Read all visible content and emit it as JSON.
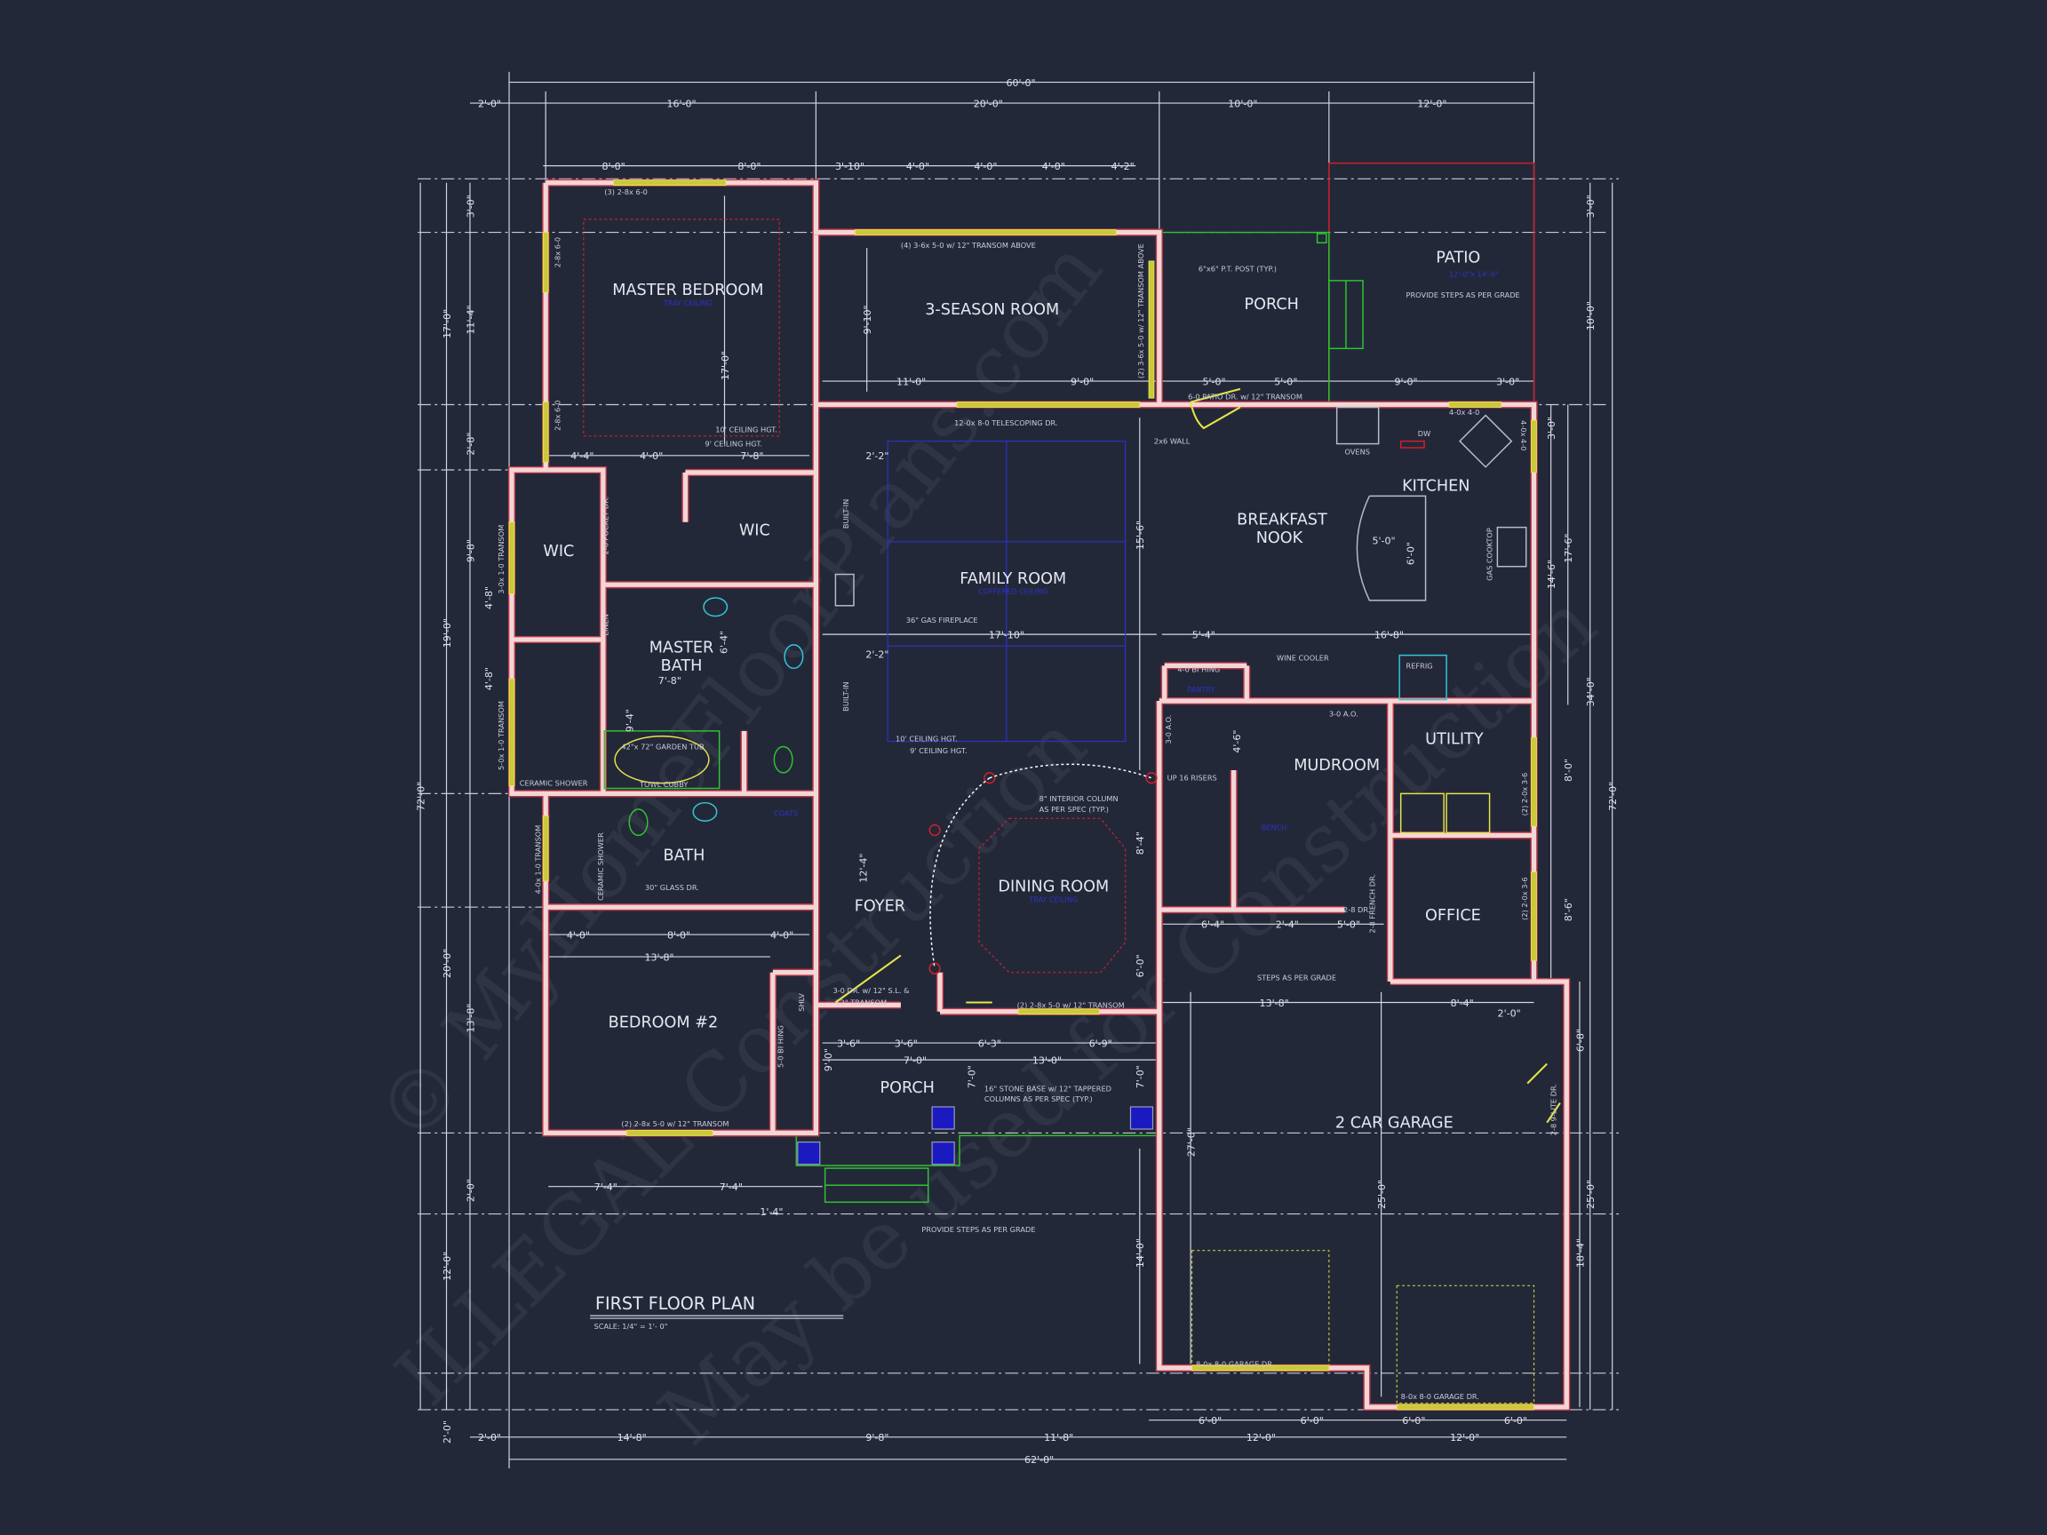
{
  "drawing": {
    "title": "FIRST FLOOR PLAN",
    "scale": "SCALE:  1/4\" = 1'- 0\"",
    "colors": {
      "background": "#232839",
      "wall": "#f3d6d6",
      "wall_edge": "#c0394a",
      "window": "#e8e85a",
      "porch": "#2fc42f",
      "patio": "#d0202a",
      "fixture": "#30c8d8"
    }
  },
  "watermark": [
    "© MyHomeFloorPlans.com",
    "ILLEGAL Construction",
    "May be used for Construction"
  ],
  "rooms": {
    "master_bedroom": "MASTER BEDROOM",
    "three_season": "3-SEASON ROOM",
    "porch_rear": "PORCH",
    "patio": "PATIO",
    "patio_size": "12'-0\"x 14'-0\"",
    "kitchen": "KITCHEN",
    "breakfast_1": "BREAKFAST",
    "breakfast_2": "NOOK",
    "wic_left": "WIC",
    "wic_right": "WIC",
    "family_room": "FAMILY ROOM",
    "master_bath_1": "MASTER",
    "master_bath_2": "BATH",
    "mudroom": "MUDROOM",
    "utility": "UTILITY",
    "bath": "BATH",
    "dining_room": "DINING ROOM",
    "foyer": "FOYER",
    "office": "OFFICE",
    "bedroom2": "BEDROOM #2",
    "porch_front": "PORCH",
    "garage": "2 CAR GARAGE",
    "linen": "LINEN",
    "pantry": "PANTRY",
    "coats": "COATS",
    "bench": "BENCH",
    "tray_ceiling": "TRAY CEILING",
    "coffered": "COFFERED CEILING"
  },
  "notes": {
    "mb_windows": "(3) 2-8x 6-0",
    "mb_side_win1": "2-8x 6-0",
    "mb_side_win2": "2-8x 6-0",
    "mb_ceiling10": "10' CEILING HGT.",
    "mb_ceiling9": "9' CEILING HGT.",
    "season_windows": "(4) 3-6x 5-0 w/ 12\" TRANSOM ABOVE",
    "season_side": "(2) 3-6x 5-0 w/ 12\" TRANSOM ABOVE",
    "telescoping": "12-0x 8-0 TELESCOPING DR.",
    "wall_2x6": "2x6 WALL",
    "post": "6\"x6\" P.T. POST (TYP.)",
    "steps_patio": "PROVIDE STEPS AS PER GRADE",
    "patio_door": "6-0 PATIO DR. w/ 12\" TRANSOM",
    "ovens": "OVENS",
    "dw": "DW",
    "kitchen_win": "4-0x 4-0",
    "kitchen_side_win": "4-0x 4-0",
    "cooktop": "GAS COOKTOP",
    "fireplace": "36\" GAS FIREPLACE",
    "fr_ceiling10": "10' CEILING HGT.",
    "fr_ceiling9": "9' CEILING HGT.",
    "builtin1": "BUILT-IN",
    "builtin2": "BUILT-IN",
    "pocket": "2-6 POCKET DR.",
    "garden_tub": "42\"x 72\" GARDEN TUB",
    "towel": "TOWL CUBBY",
    "ceramic_shower": "CERAMIC SHOWER",
    "ceramic_shower2": "CERAMIC SHOWER",
    "glass_dr": "30\" GLASS DR.",
    "transom1": "3-0x 1-0 TRANSOM",
    "transom2": "5-0x 1-0 TRANSOM",
    "transom3": "4-0x 1-0 TRANSOM",
    "column": "8\" INTERIOR COLUMN",
    "column2": "AS PER SPEC (TYP.)",
    "wine": "WINE COOLER",
    "refrig": "REFRIG",
    "bifold": "4-0 BI HING",
    "ao1": "3-0 A.O.",
    "ao2": "3-0 A.O.",
    "risers": "UP 16 RISERS",
    "dr28": "2-8 DR.",
    "french": "2-8 FRENCH DR.",
    "util_win": "(2) 2-0x 3-6",
    "office_win": "(2) 2-0x 3-6",
    "steps_mud": "STEPS AS PER GRADE",
    "front_door1": "3-0 DR. w/ 12\" S.L. &",
    "front_door2": "12\" TRANSOM",
    "dining_win": "(2) 2-8x 5-0 w/ 12\" TRANSOM",
    "bed2_win": "(2) 2-8x 5-0 w/ 12\" TRANSOM",
    "bed2_closet": "5-0 BI HING",
    "shlv": "SHLV",
    "stone1": "16\" STONE BASE w/ 12\" TAPPERED",
    "stone2": "COLUMNS AS PER SPEC (TYP.)",
    "steps_front": "PROVIDE STEPS AS PER GRADE",
    "garage_dr1": "8-0x 8-0 GARAGE DR.",
    "garage_dr2": "8-0x 8-0 GARAGE DR.",
    "garage_side": "2-8 9-LITE DR."
  },
  "dimensions": {
    "top": [
      "60'-0\"",
      "2'-0\"",
      "16'-0\"",
      "20'-0\"",
      "10'-0\"",
      "12'-0\"",
      "8'-0\"",
      "8'-0\"",
      "3'-10\"",
      "4'-0\"",
      "4'-0\"",
      "4'-0\"",
      "4'-2\""
    ],
    "bottom": [
      "62'-0\"",
      "2'-0\"",
      "14'-8\"",
      "9'-8\"",
      "11'-8\"",
      "6'-0\"",
      "12'-0\"",
      "6'-0\"",
      "6'-0\"",
      "12'-0\"",
      "6'-0\""
    ],
    "left": [
      "72'-0\"",
      "17'-0\"",
      "19'-0\"",
      "20'-0\"",
      "3'-0\"",
      "11'-4\"",
      "2'-8\"",
      "9'-8\"",
      "4'-8\"",
      "4'-8\"",
      "13'-8\"",
      "12'-0\"",
      "2'-0\"",
      "2'-0\""
    ],
    "right": [
      "72'-0\"",
      "34'-0\"",
      "10'-0\"",
      "3'-0\"",
      "25'-0\"",
      "17'-6\"",
      "14'-6\"",
      "3'-0\"",
      "18'-4\"",
      "6'-8\"",
      "8'-0\"",
      "8'-6\""
    ],
    "interior": [
      "17'-0\"",
      "9'-10\"",
      "11'-0\"",
      "9'-0\"",
      "5'-0\"",
      "5'-0\"",
      "9'-0\"",
      "3'-0\"",
      "4'-4\"",
      "4'-0\"",
      "7'-8\"",
      "15'-6\"",
      "17'-10\"",
      "5'-4\"",
      "16'-8\"",
      "5'-0\"",
      "6'-0\"",
      "13'-8\"",
      "4'-0\"",
      "8'-0\"",
      "4'-0\"",
      "7'-4\"",
      "7'-4\"",
      "1'-4\"",
      "7'-0\"",
      "13'-0\"",
      "3'-6\"",
      "3'-6\"",
      "6'-3\"",
      "6'-9\"",
      "13'-8\"",
      "8'-4\"",
      "2'-0\"",
      "6'-4\"",
      "2'-4\"",
      "5'-0\"",
      "27'-0\"",
      "25'-0\"",
      "14'-0\"",
      "9'-0\"",
      "7'-0\"",
      "7'-0\"",
      "12'-4\"",
      "8'-4\"",
      "6'-0\"",
      "4'-6\"",
      "2'-2\"",
      "2'-2\"",
      "7'-8\"",
      "6'-4\"",
      "9'-4\""
    ]
  }
}
